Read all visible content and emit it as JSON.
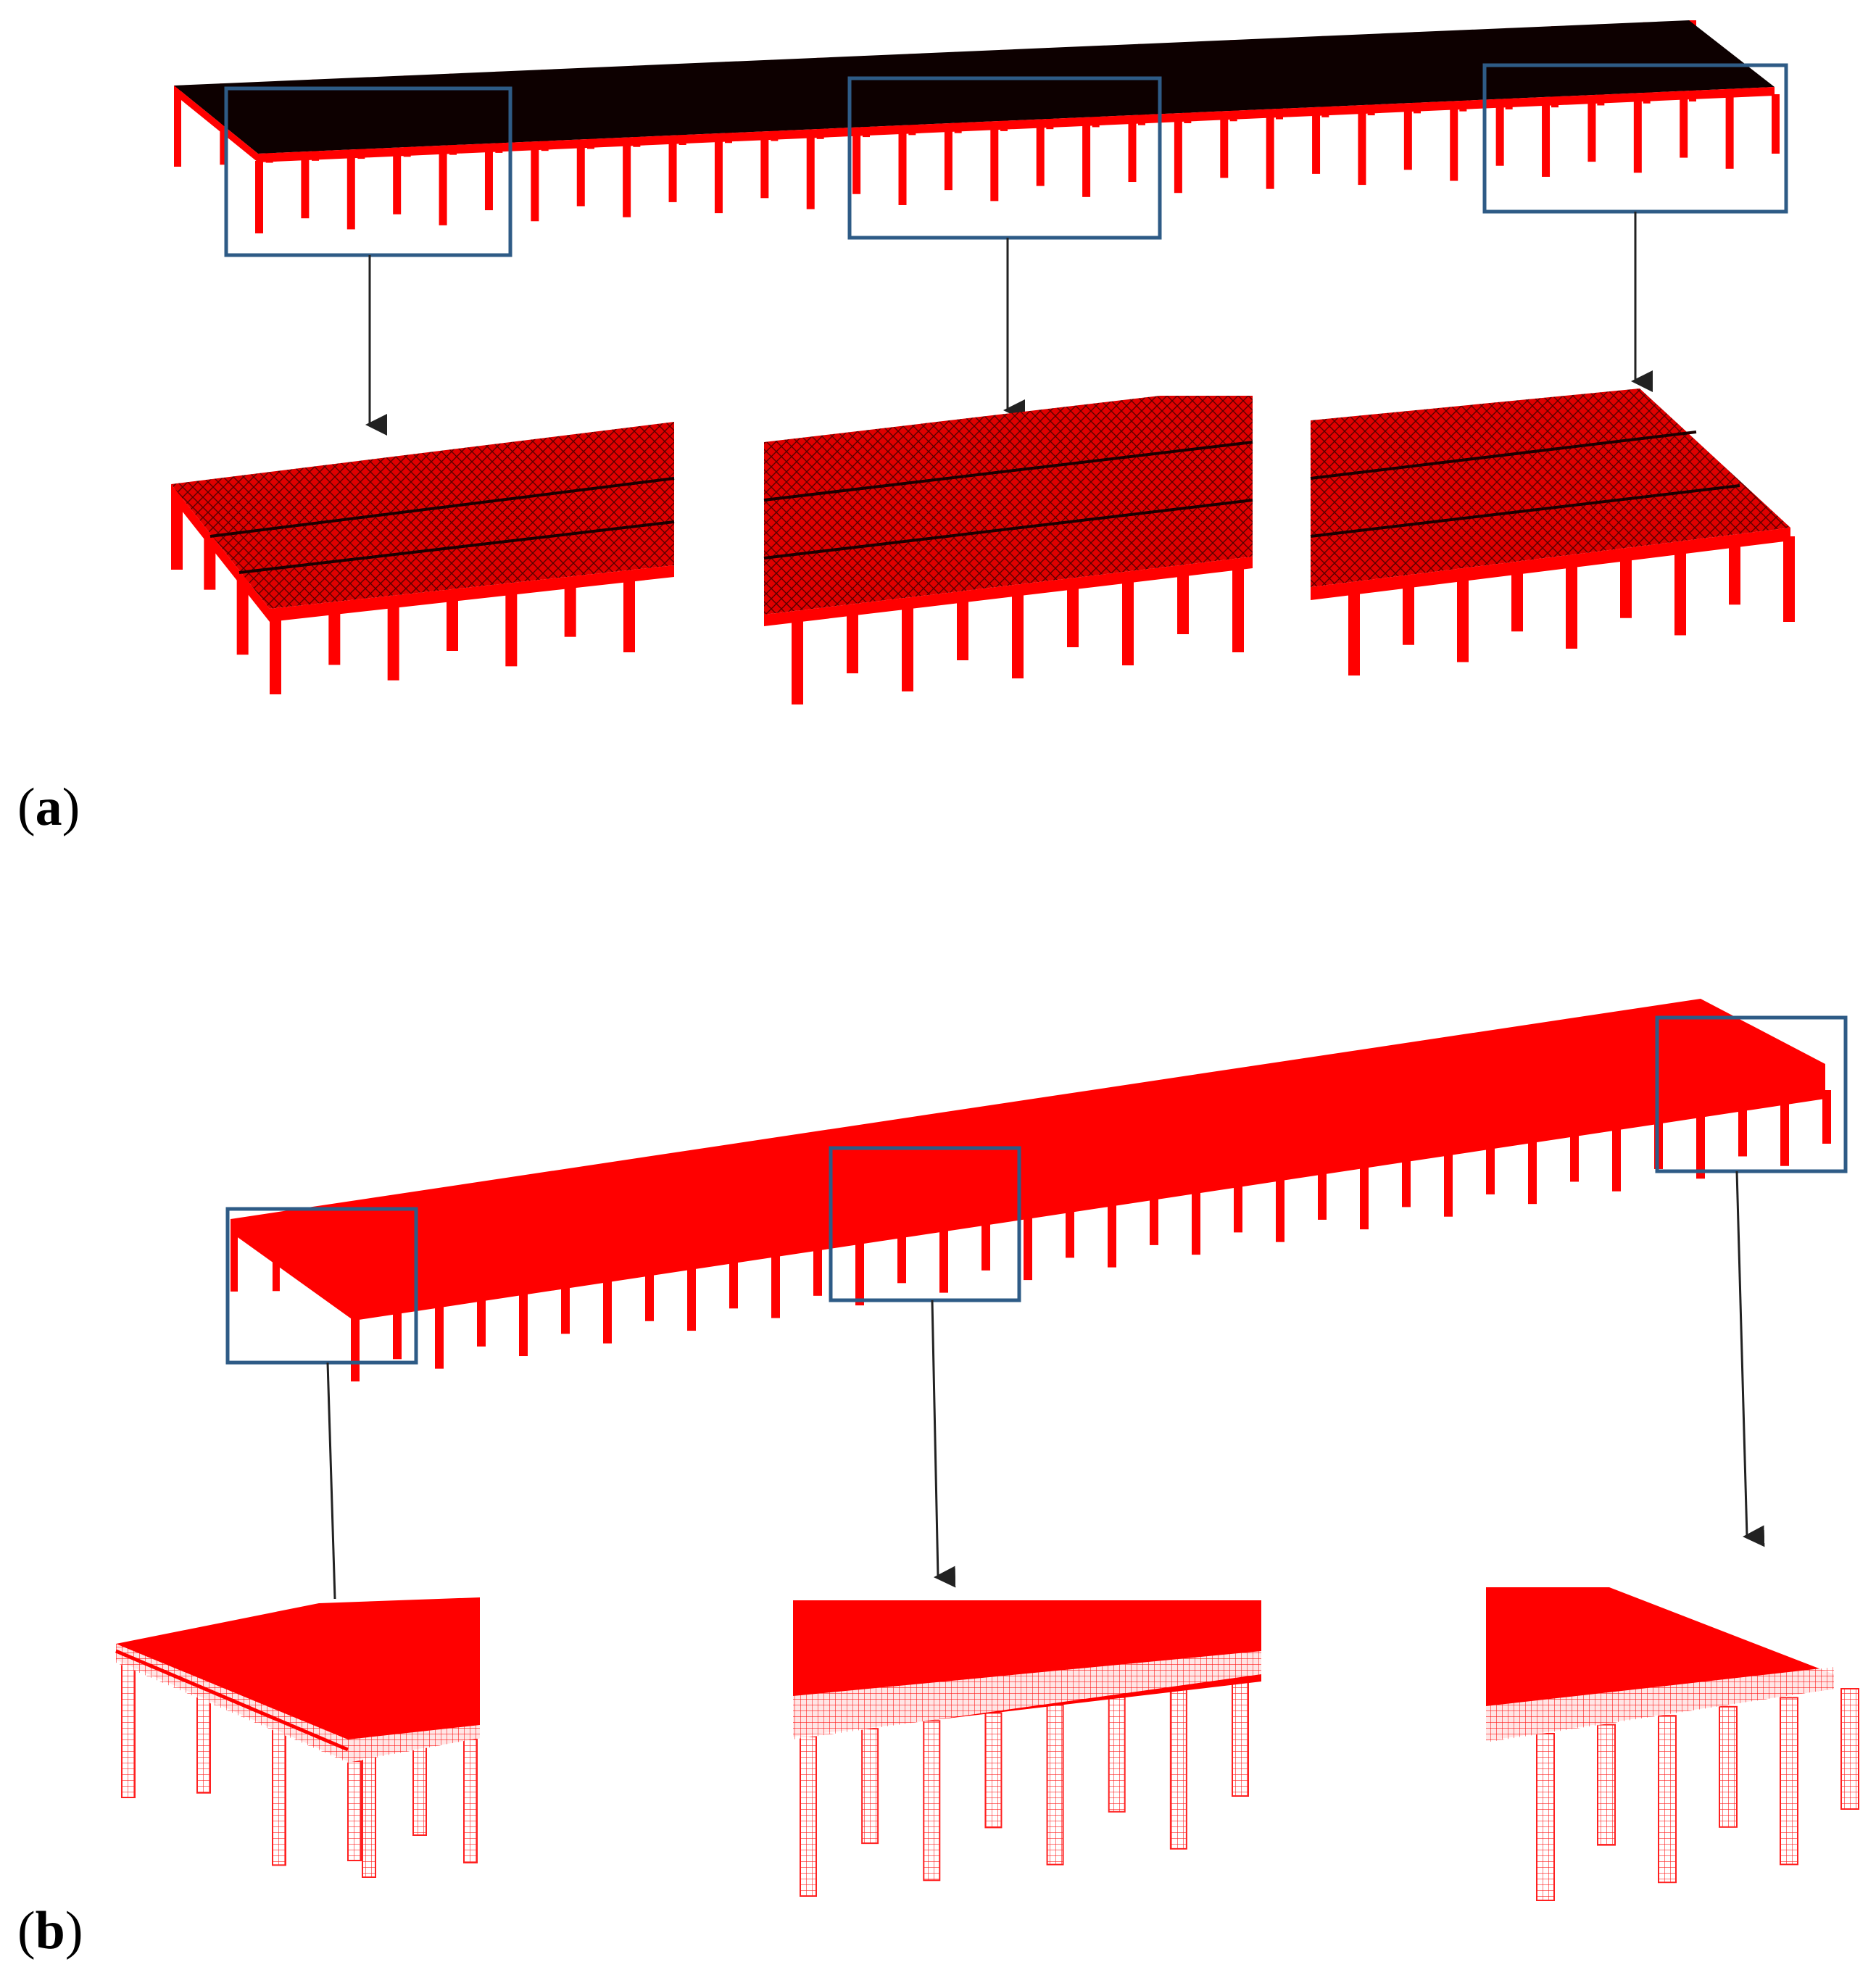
{
  "panels": [
    {
      "id": "a",
      "label_open": "(",
      "label_letter": "a",
      "label_close": ")"
    },
    {
      "id": "b",
      "label_open": "(",
      "label_letter": "b",
      "label_close": ")"
    }
  ],
  "colors": {
    "structure_red": "#ff0000",
    "roof_dark": "#0d0000",
    "mesh_red": "#cc0000",
    "highlight_box": "#2e5b86",
    "arrow": "#222222"
  }
}
